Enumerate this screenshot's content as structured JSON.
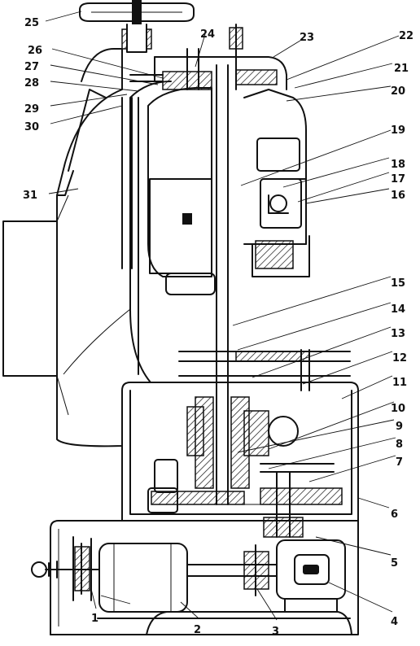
{
  "callouts": [
    "1",
    "2",
    "3",
    "4",
    "5",
    "6",
    "7",
    "8",
    "9",
    "10",
    "11",
    "12",
    "13",
    "14",
    "15",
    "16",
    "17",
    "18",
    "19",
    "20",
    "21",
    "22",
    "23",
    "24",
    "25",
    "26",
    "27",
    "28",
    "29",
    "30",
    "31"
  ],
  "colors": {
    "ink": "#111111",
    "paper": "#ffffff"
  }
}
